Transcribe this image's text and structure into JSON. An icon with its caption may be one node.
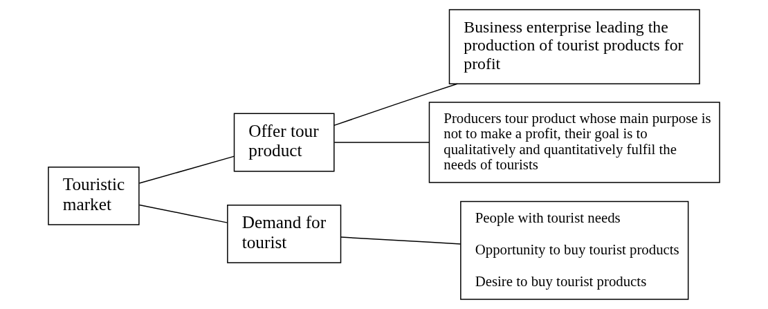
{
  "diagram": {
    "nodes": [
      {
        "text": [
          "Touristic market"
        ]
      },
      {
        "text": [
          "Offer tour product"
        ]
      },
      {
        "text": [
          "Demand for tourist"
        ]
      },
      {
        "text": [
          "Business enterprise leading the production of tourist products for profit"
        ]
      },
      {
        "text": [
          "Producers tour product whose main purpose is not to make a profit, their goal is to qualitatively and quantitatively fulfil the needs of tourists"
        ]
      },
      {
        "text": [
          "People with tourist needs",
          "Opportunity to buy tourist products",
          "Desire to buy tourist products"
        ]
      }
    ],
    "edges": [
      {
        "from": 0,
        "to": 1,
        "arrow": "none"
      },
      {
        "from": 0,
        "to": 2,
        "arrow": "none"
      },
      {
        "from": 1,
        "to": 3,
        "arrow": "none"
      },
      {
        "from": 1,
        "to": 4,
        "arrow": "none"
      },
      {
        "from": 2,
        "to": 5,
        "arrow": "none"
      }
    ]
  }
}
